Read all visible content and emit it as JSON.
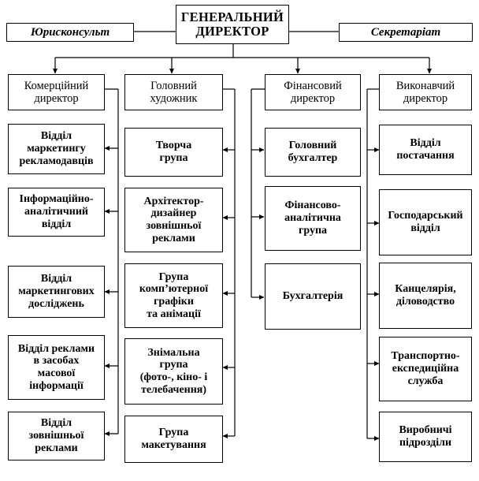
{
  "top": {
    "general_director": "ГЕНЕРАЛЬНИЙ\nДИРЕКТОР",
    "legal_advisor": "Юрисконсульт",
    "secretariat": "Секретаріат"
  },
  "columns": [
    {
      "head": "Комерційний\nдиректор",
      "units": [
        "Відділ\nмаркетингу\nрекламодавців",
        "Інформаційно-\nаналітичний\nвідділ",
        "Відділ\nмаркетингових\nдосліджень",
        "Відділ реклами\nв засобах\nмасової\nінформації",
        "Відділ\nзовнішньої\nреклами"
      ]
    },
    {
      "head": "Головний\nхудожник",
      "units": [
        "Творча\nгрупа",
        "Архітектор-\nдизайнер\nзовнішньої\nреклами",
        "Група\nкомп’ютерної\nграфіки\nта анімації",
        "Знімальна\nгрупа\n(фото-, кіно- і\nтелебачення)",
        "Група\nмакетування"
      ]
    },
    {
      "head": "Фінансовий\nдиректор",
      "units": [
        "Головний\nбухгалтер",
        "Фінансово-\nаналітична\nгрупа",
        "Бухгалтерія"
      ]
    },
    {
      "head": "Виконавчий\nдиректор",
      "units": [
        "Відділ\nпостачання",
        "Господарський\nвідділ",
        "Канцелярія,\nділоводство",
        "Транспортно-\nекспедиційна\nслужба",
        "Виробничі\nпідрозділи"
      ]
    }
  ]
}
